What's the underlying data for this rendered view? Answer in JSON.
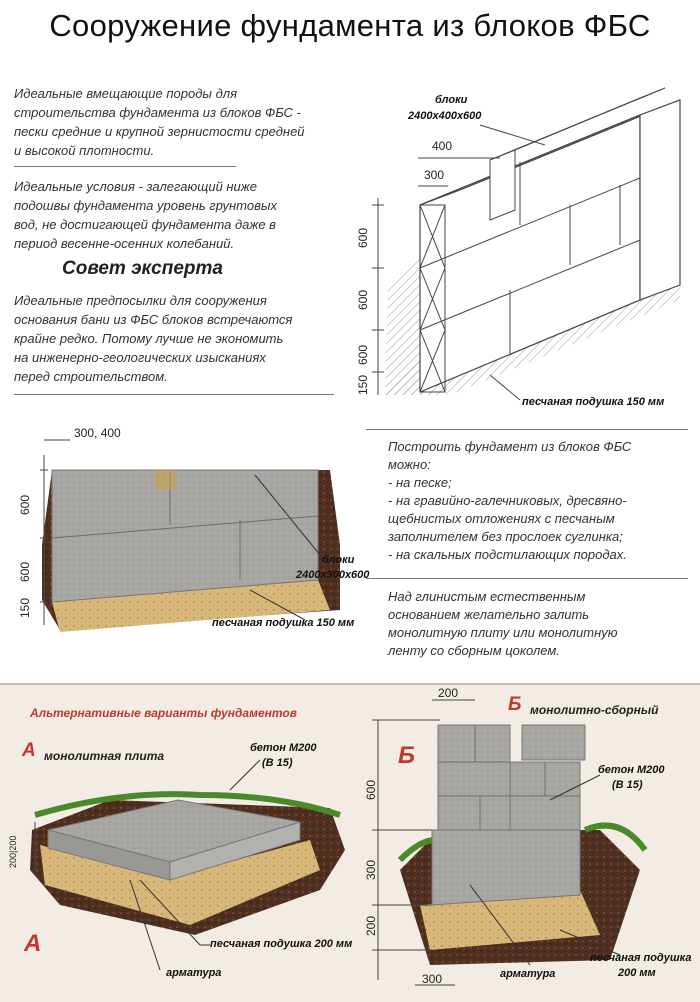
{
  "title": "Сооружение фундамента из блоков ФБС",
  "intro": {
    "p1": [
      "Идеальные вмещающие породы для",
      "строительства фундамента из блоков ФБС -",
      "пески средние и крупной зернистости средней",
      "и высокой плотности."
    ],
    "p2": [
      "Идеальные условия - залегающий ниже",
      "подошвы фундамента уровень грунтовых",
      "вод, не достигающей фундамента даже в",
      "период весенне-осенних колебаний."
    ],
    "expert_title": "Совет эксперта",
    "p3": [
      "Идеальные предпосылки для сооружения",
      "основания бани из ФБС блоков встречаются",
      "крайне редко. Потому лучше не экономить",
      "на инженерно-геологических изысканиях",
      "перед строительством."
    ]
  },
  "diagram1": {
    "blocks_label": "блоки",
    "blocks_size": "2400х400х600",
    "dim_400": "400",
    "dim_300": "300",
    "v600a": "600",
    "v600b": "600",
    "v600c": "600",
    "v150": "150",
    "cushion": "песчаная подушка 150 мм"
  },
  "diagram2": {
    "width": "300, 400",
    "v600a": "600",
    "v600b": "600",
    "v150": "150",
    "blocks_label": "блоки",
    "blocks_size": "2400х300х600",
    "cushion": "песчаная подушка 150 мм"
  },
  "build_text": {
    "lines": [
      "Построить фундамент из блоков ФБС",
      "можно:",
      "- на песке;",
      "- на гравийно-галечниковых, дресвяно-",
      "щебнистых отложениях с песчаным",
      "заполнителем без прослоек суглинка;",
      "- на скальных подстилающих породах."
    ],
    "clay": [
      "Над глинистым естественным",
      "основанием желательно залить",
      "монолитную плиту или монолитную",
      "ленту со сборным цоколем."
    ]
  },
  "alternatives": {
    "title": "Альтернативные варианты фундаментов",
    "a_letter": "А",
    "a_title": "монолитная плита",
    "a_concrete": "бетон М200",
    "a_class": "(В 15)",
    "a_dims": "200|200",
    "a_cushion": "песчаная подушка 200 мм",
    "a_rebar": "арматура",
    "a_letter_big": "А",
    "b_letter": "Б",
    "b_title": "монолитно-сборный",
    "b_top": "200",
    "b_letter_big": "Б",
    "b_concrete": "бетон М200",
    "b_class": "(В 15)",
    "b_v600": "600",
    "b_v300": "300",
    "b_v200": "200",
    "b_bottom": "300",
    "b_rebar": "арматура",
    "b_cushion1": "песчаная подушка",
    "b_cushion2": "200 мм"
  },
  "colors": {
    "accent_red": "#c0392b",
    "block": "#a9a7a4",
    "soil": "#5a3a28",
    "sand": "#d9b97a"
  }
}
